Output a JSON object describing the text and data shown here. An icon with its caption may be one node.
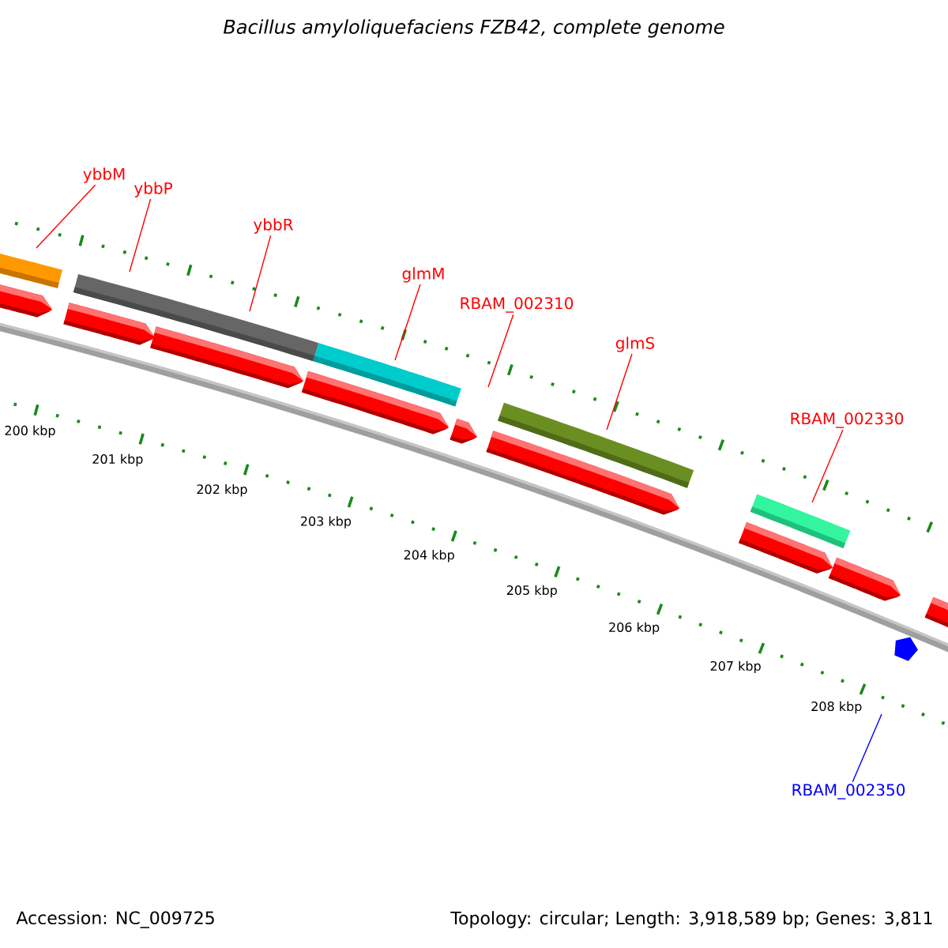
{
  "diagram": {
    "title": "Bacillus amyloliquefaciens FZB42, complete genome",
    "nodes": [
      {
        "text": [
          "ybbM"
        ]
      },
      {
        "text": [
          "ybbP"
        ]
      },
      {
        "text": [
          "ybbR"
        ]
      },
      {
        "text": [
          "glmM"
        ]
      },
      {
        "text": [
          "RBAM_002310"
        ]
      },
      {
        "text": [
          "glmS"
        ]
      },
      {
        "text": [
          "RBAM_002330"
        ]
      },
      {
        "text": [
          "RBAM_002350"
        ]
      }
    ],
    "edges": [
      {
        "from": 0,
        "to": null,
        "arrow": "none"
      },
      {
        "from": 1,
        "to": null,
        "arrow": "none"
      },
      {
        "from": 2,
        "to": null,
        "arrow": "none"
      },
      {
        "from": 3,
        "to": null,
        "arrow": "none"
      },
      {
        "from": 4,
        "to": null,
        "arrow": "none"
      },
      {
        "from": 5,
        "to": null,
        "arrow": "none"
      },
      {
        "from": 6,
        "to": null,
        "arrow": "none"
      },
      {
        "from": 7,
        "to": null,
        "arrow": "none",
        "color": "#0000ff"
      }
    ],
    "labels": [
      "200 kbp",
      "201 kbp",
      "202 kbp",
      "203 kbp",
      "204 kbp",
      "205 kbp",
      "206 kbp",
      "207 kbp",
      "208 kbp",
      "Accession: NC_009725",
      "Topology: circular; Length: 3,918,589 bp; Genes: 3,811"
    ]
  }
}
